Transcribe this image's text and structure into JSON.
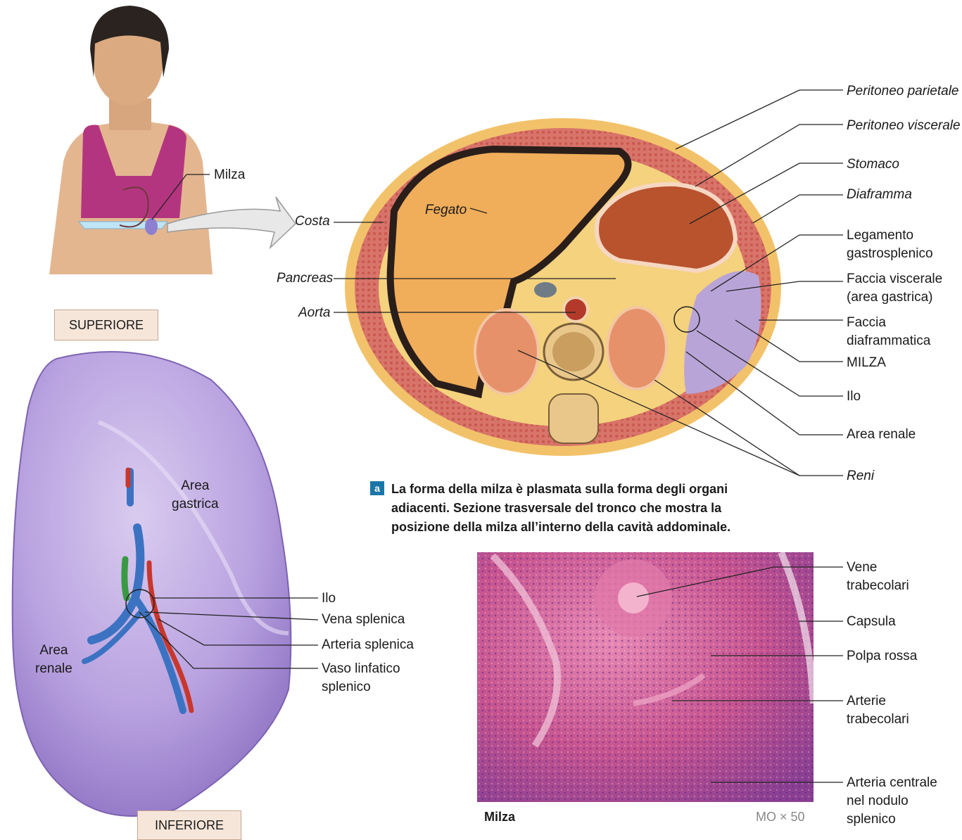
{
  "orientation": {
    "superior": "SUPERIORE",
    "inferior": "INFERIORE"
  },
  "torso": {
    "milza_label": "Milza"
  },
  "section_labels": {
    "costa": "Costa",
    "pancreas": "Pancreas",
    "aorta": "Aorta",
    "fegato": "Fegato",
    "peritoneo_parietale": "Peritoneo parietale",
    "peritoneo_viscerale": "Peritoneo viscerale",
    "stomaco": "Stomaco",
    "diaframma": "Diaframma",
    "legamento": "Legamento\ngastrosplenico",
    "faccia_viscerale": "Faccia viscerale\n(area gastrica)",
    "faccia_diaframmatica": "Faccia\ndiaframmatica",
    "milza": "MILZA",
    "ilo": "Ilo",
    "area_renale": "Area renale",
    "reni": "Reni"
  },
  "caption": {
    "badge": "a",
    "text": "La forma della milza è plasmata sulla forma degli organi adiacenti. Sezione trasversale del tronco che mostra la posizione della milza all’interno della cavità addominale."
  },
  "spleen_labels": {
    "area_gastrica": "Area\ngastrica",
    "area_renale": "Area\nrenale",
    "ilo": "Ilo",
    "vena_splenica": "Vena splenica",
    "arteria_splenica": "Arteria splenica",
    "vaso_linfatico": "Vaso linfatico\nsplenico"
  },
  "micro": {
    "title": "Milza",
    "magnification": "MO × 50",
    "labels": {
      "vene": "Vene\ntrabecolari",
      "capsula": "Capsula",
      "polpa": "Polpa rossa",
      "arterie": "Arterie\ntrabecolari",
      "centrale": "Arteria centrale\nnel nodulo\nsplenico"
    }
  }
}
